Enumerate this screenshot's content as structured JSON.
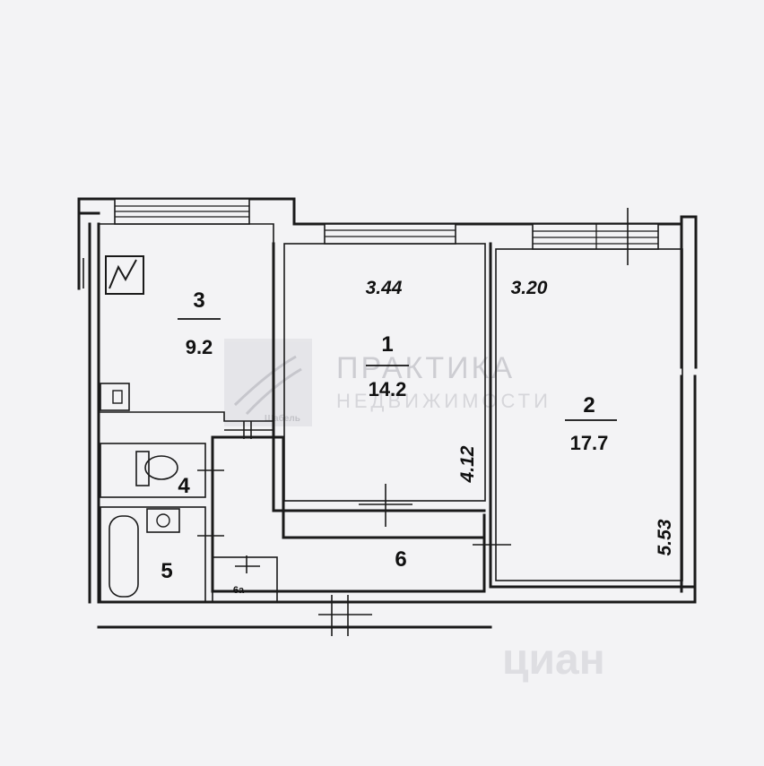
{
  "rooms": [
    {
      "id": "3",
      "area": "9.2"
    },
    {
      "id": "1",
      "area": "14.2"
    },
    {
      "id": "2",
      "area": "17.7"
    },
    {
      "id": "4",
      "area": ""
    },
    {
      "id": "5",
      "area": ""
    },
    {
      "id": "6",
      "area": ""
    },
    {
      "id": "6а",
      "area": ""
    }
  ],
  "dimensions": {
    "room1_width": "3.44",
    "room2_width": "3.20",
    "room1_length": "4.12",
    "room2_length": "5.53"
  },
  "watermark": {
    "brand": "ПРАКТИКА",
    "brand_sub": "НЕДВИЖИМОСТИ",
    "logo_caption": "Шабель",
    "site": "циан"
  }
}
